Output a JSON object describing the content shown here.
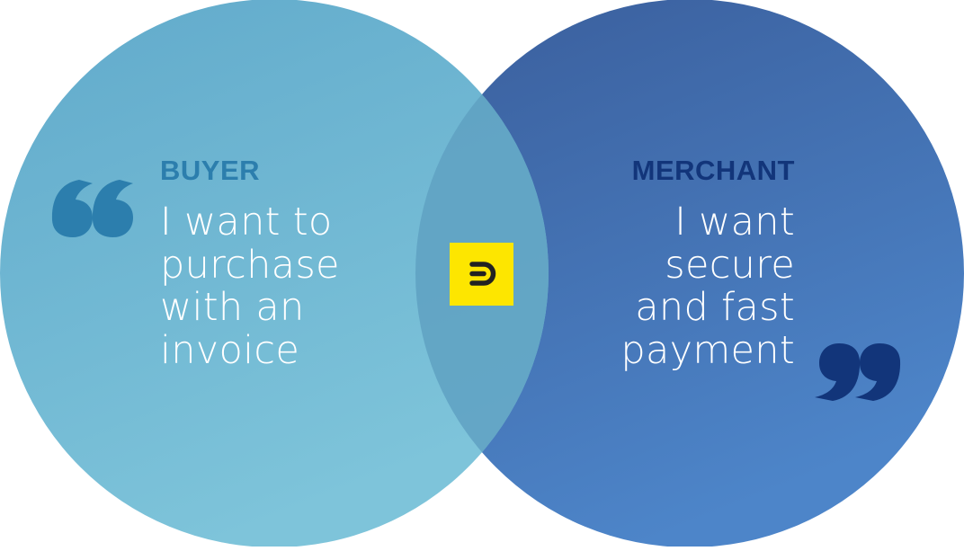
{
  "colors": {
    "buyer_circle_top": "#61aacb",
    "buyer_circle_bottom": "#7ec4da",
    "merchant_circle_top": "#3a5e9c",
    "merchant_circle_bottom": "#4d85c9",
    "overlap": "#5fa1c2",
    "buyer_accent": "#2c7ead",
    "merchant_accent": "#12357a",
    "logo_bg": "#fde600",
    "logo_mark": "#222222"
  },
  "buyer": {
    "label": "BUYER",
    "quote": "I want to\npurchase\nwith an\ninvoice",
    "icon": "open-quote-icon"
  },
  "merchant": {
    "label": "MERCHANT",
    "quote": "I want\nsecure\nand fast\npayment",
    "icon": "close-quote-icon"
  },
  "center": {
    "icon": "brand-logo-icon"
  }
}
